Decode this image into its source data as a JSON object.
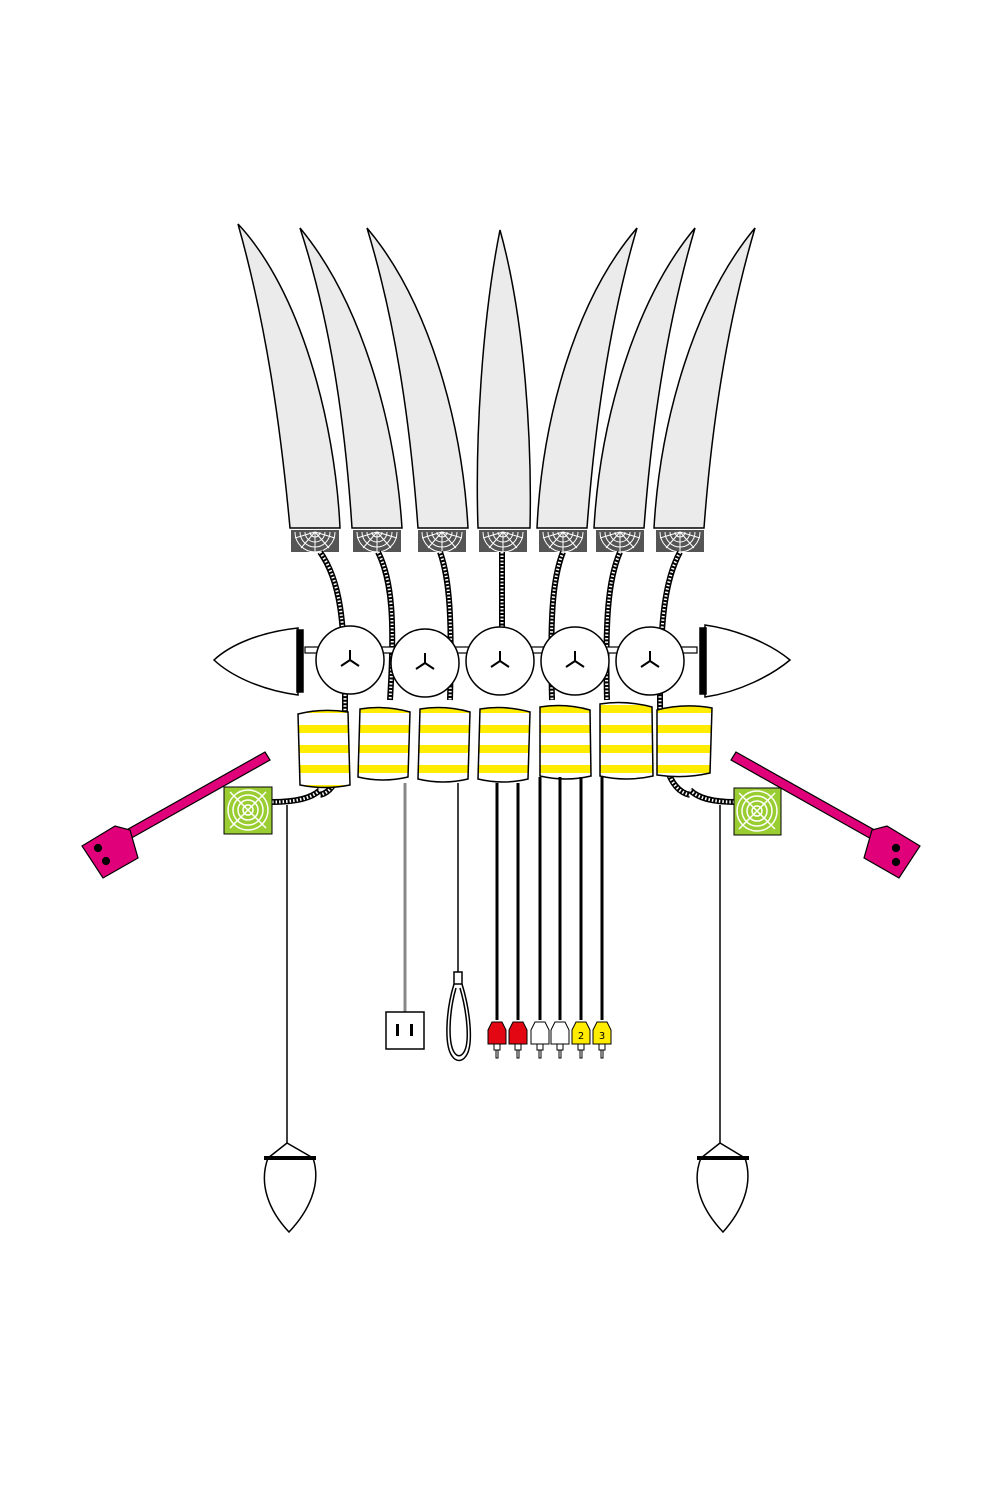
{
  "colors": {
    "background": "#ffffff",
    "outline": "#000000",
    "feather": "#ebebeb",
    "stripe": "#ffec00",
    "magenta": "#e0007a",
    "fan_green": "#9acd32",
    "plug_red": "#e30613",
    "plug_yellow": "#ffec00",
    "grey_cable": "#888888"
  },
  "rca_labels": [
    "2",
    "3"
  ],
  "feather_count": 7,
  "knob_count": 5,
  "band_count": 7
}
